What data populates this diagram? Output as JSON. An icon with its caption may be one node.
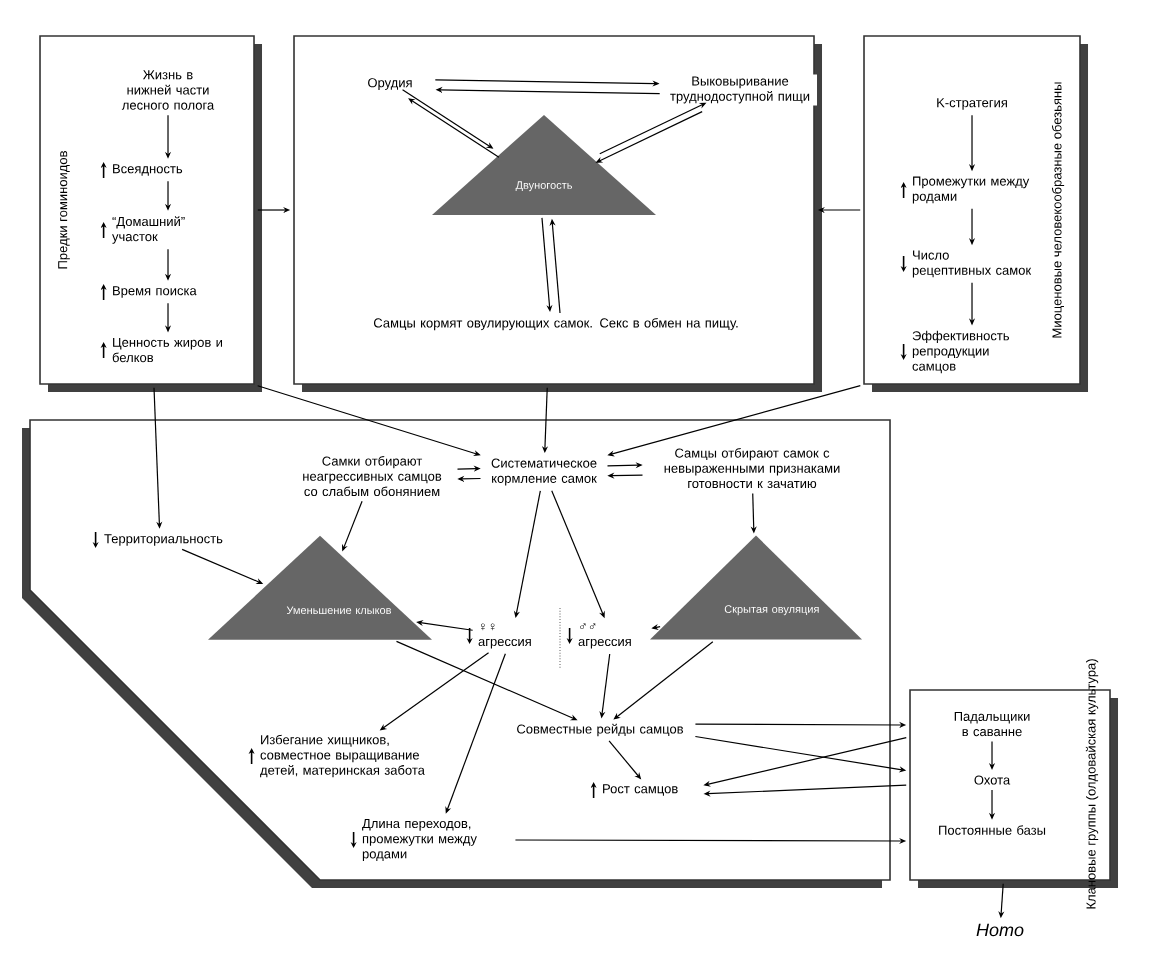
{
  "diagram": {
    "nodes": [
      {
        "text": [
          "Предки гоминоидов"
        ]
      },
      {
        "text": [
          "Жизнь в нижней части лесного полога"
        ],
        "in": 0
      },
      {
        "text": [
          "Всеядность"
        ],
        "in": 0
      },
      {
        "text": [
          "“Домашний” участок"
        ],
        "in": 0
      },
      {
        "text": [
          "Время поиска"
        ],
        "in": 0
      },
      {
        "text": [
          "Ценность жиров и белков"
        ],
        "in": 0
      },
      {
        "text": [],
        "shape": "box"
      },
      {
        "text": [
          "Орудия"
        ],
        "in": 6
      },
      {
        "text": [
          "Выковыривание труднодоступной пищи"
        ],
        "in": 6
      },
      {
        "text": [
          "Двуногость"
        ],
        "in": 6
      },
      {
        "text": [
          "Самцы кормят овулирующих самок. Секс в обмен на пищу."
        ],
        "in": 6
      },
      {
        "text": [
          "Миоценовые человекообразные обезьяны"
        ]
      },
      {
        "text": [
          "K-стратегия"
        ],
        "in": 11
      },
      {
        "text": [
          "Промежутки между родами"
        ],
        "in": 11
      },
      {
        "text": [
          "Число рецептивных самок"
        ],
        "in": 11
      },
      {
        "text": [
          "Эффективность репродукции самцов"
        ],
        "in": 11
      },
      {
        "text": [],
        "shape": "box"
      },
      {
        "text": [
          "Территориальность"
        ],
        "in": 16
      },
      {
        "text": [
          "Самки отбирают неагрессивных самцов со слабым обонянием"
        ],
        "in": 16
      },
      {
        "text": [
          "Систематическое кормление самок"
        ],
        "in": 16
      },
      {
        "text": [
          "Самцы отбирают самок с невыраженными признаками готовности к зачатию"
        ],
        "in": 16
      },
      {
        "text": [
          "Уменьшение клыков"
        ],
        "in": 16
      },
      {
        "text": [
          "♀♀ агрессия"
        ],
        "in": 16
      },
      {
        "text": [
          "♂♂ агрессия"
        ],
        "in": 16
      },
      {
        "text": [
          "Скрытая овуляция"
        ],
        "in": 16
      },
      {
        "text": [
          "Избегание хищников, совместное выращивание детей, материнская забота"
        ],
        "in": 16
      },
      {
        "text": [
          "Совместные рейды самцов"
        ],
        "in": 16
      },
      {
        "text": [
          "Рост самцов"
        ],
        "in": 16
      },
      {
        "text": [
          "Длина переходов, промежутки между родами"
        ],
        "in": 16
      },
      {
        "text": [
          "Клановые группы (олдовайская культура)"
        ]
      },
      {
        "text": [
          "Падальщики в саванне"
        ],
        "in": 29
      },
      {
        "text": [
          "Охота"
        ],
        "in": 29
      },
      {
        "text": [
          "Постоянные базы"
        ],
        "in": 29
      },
      {
        "text": [
          "Homo"
        ]
      }
    ],
    "edges": [
      {
        "from": 1,
        "to": 2,
        "arrow": "to"
      },
      {
        "from": 2,
        "to": 3,
        "arrow": "to"
      },
      {
        "from": 3,
        "to": 4,
        "arrow": "to"
      },
      {
        "from": 4,
        "to": 5,
        "arrow": "to"
      },
      {
        "from": 7,
        "to": 8,
        "arrow": "to"
      },
      {
        "from": 8,
        "to": 7,
        "arrow": "to"
      },
      {
        "from": 7,
        "to": 9,
        "arrow": "to"
      },
      {
        "from": 9,
        "to": 7,
        "arrow": "to"
      },
      {
        "from": 8,
        "to": 9,
        "arrow": "to"
      },
      {
        "from": 9,
        "to": 8,
        "arrow": "to"
      },
      {
        "from": 9,
        "to": 10,
        "arrow": "to"
      },
      {
        "from": 10,
        "to": 9,
        "arrow": "to"
      },
      {
        "from": 12,
        "to": 13,
        "arrow": "to"
      },
      {
        "from": 13,
        "to": 14,
        "arrow": "to"
      },
      {
        "from": 14,
        "to": 15,
        "arrow": "to"
      },
      {
        "from": 0,
        "to": 6,
        "arrow": "to"
      },
      {
        "from": 11,
        "to": 6,
        "arrow": "to"
      },
      {
        "from": 0,
        "to": 17,
        "arrow": "to"
      },
      {
        "from": 0,
        "to": 19,
        "arrow": "to"
      },
      {
        "from": 6,
        "to": 19,
        "arrow": "to"
      },
      {
        "from": 11,
        "to": 19,
        "arrow": "to"
      },
      {
        "from": 19,
        "to": 18,
        "arrow": "to"
      },
      {
        "from": 18,
        "to": 19,
        "arrow": "to"
      },
      {
        "from": 19,
        "to": 20,
        "arrow": "to"
      },
      {
        "from": 20,
        "to": 19,
        "arrow": "to"
      },
      {
        "from": 17,
        "to": 21,
        "arrow": "to"
      },
      {
        "from": 18,
        "to": 21,
        "arrow": "to"
      },
      {
        "from": 19,
        "to": 22,
        "arrow": "to"
      },
      {
        "from": 19,
        "to": 23,
        "arrow": "to"
      },
      {
        "from": 22,
        "to": 21,
        "arrow": "to"
      },
      {
        "from": 24,
        "to": 23,
        "arrow": "to"
      },
      {
        "from": 20,
        "to": 24,
        "arrow": "to"
      },
      {
        "from": 21,
        "to": 26,
        "arrow": "to"
      },
      {
        "from": 22,
        "to": 25,
        "arrow": "to"
      },
      {
        "from": 22,
        "to": 28,
        "arrow": "to"
      },
      {
        "from": 23,
        "to": 26,
        "arrow": "to"
      },
      {
        "from": 24,
        "to": 26,
        "arrow": "to"
      },
      {
        "from": 26,
        "to": 27,
        "arrow": "to"
      },
      {
        "from": 26,
        "to": 29,
        "arrow": "to"
      },
      {
        "from": 26,
        "to": 29,
        "arrow": "to"
      },
      {
        "from": 29,
        "to": 27,
        "arrow": "to"
      },
      {
        "from": 29,
        "to": 27,
        "arrow": "to"
      },
      {
        "from": 28,
        "to": 29,
        "arrow": "to"
      },
      {
        "from": 29,
        "to": 33,
        "arrow": "to"
      },
      {
        "from": 30,
        "to": 31,
        "arrow": "to"
      },
      {
        "from": 31,
        "to": 32,
        "arrow": "to"
      }
    ]
  }
}
